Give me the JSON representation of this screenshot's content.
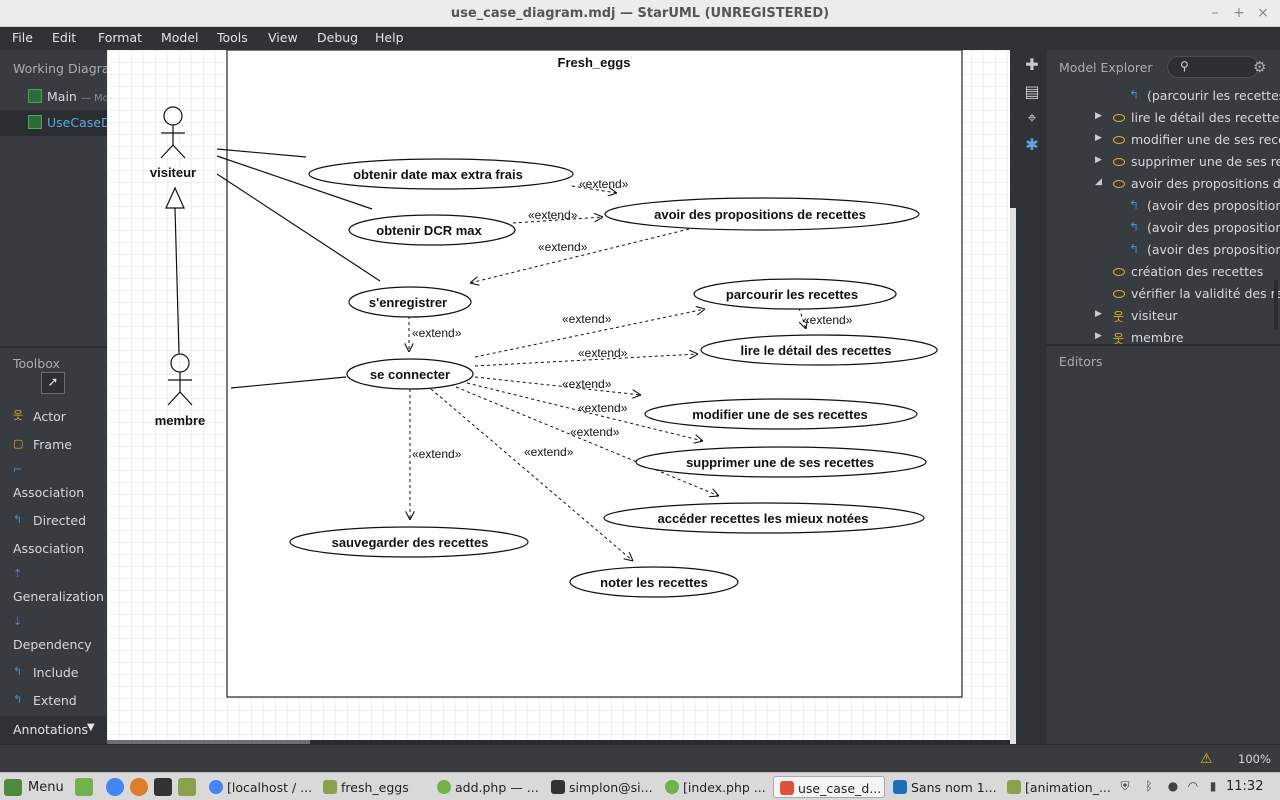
{
  "window": {
    "title": "use_case_diagram.mdj — StarUML (UNREGISTERED)",
    "minimize": "–",
    "maximize": "+",
    "close": "×"
  },
  "menu": [
    "File",
    "Edit",
    "Format",
    "Model",
    "Tools",
    "View",
    "Debug",
    "Help"
  ],
  "working_diagrams": {
    "title": "Working Diagram",
    "items": [
      {
        "label": "Main",
        "suffix": "— Mod"
      },
      {
        "label": "UseCaseDia"
      }
    ]
  },
  "toolbox": {
    "title": "Toolbox",
    "pointer_icon": "cursor-arrow-icon",
    "items": [
      "Actor",
      "Frame",
      "Association",
      "Directed",
      "Association",
      "Generalization",
      "Dependency",
      "Include",
      "Extend"
    ],
    "annotations": "Annotations",
    "annotations_arrow": "▼"
  },
  "diagram": {
    "frame_title": "Fresh_eggs",
    "actors": [
      "visiteur",
      "membre"
    ],
    "use_cases": {
      "uc1": "obtenir date max extra frais",
      "uc2": "obtenir DCR max",
      "uc3": "avoir des propositions de recettes",
      "uc4": "s'enregistrer",
      "uc5": "se connecter",
      "uc6": "parcourir les recettes",
      "uc7": "lire le détail des recettes",
      "uc8": "modifier une de ses recettes",
      "uc9": "supprimer une de ses recettes",
      "uc10": "accéder recettes les mieux notées",
      "uc11": "sauvegarder des recettes",
      "uc12": "noter les recettes"
    },
    "extend_label": "«extend»"
  },
  "model_explorer": {
    "title": "Model Explorer",
    "search_icon": "search-icon",
    "settings_icon": "gear-icon",
    "rows": [
      {
        "text": "(parcourir les recettes->",
        "kind": "extend",
        "depth": 2
      },
      {
        "text": "lire le détail des recettes",
        "kind": "usecase",
        "depth": 1,
        "arrow": "▶"
      },
      {
        "text": "modifier une de ses recettes",
        "kind": "usecase",
        "depth": 1,
        "arrow": "▶"
      },
      {
        "text": "supprimer une de ses recettes",
        "kind": "usecase",
        "depth": 1,
        "arrow": "▶"
      },
      {
        "text": "avoir des propositions de recettes",
        "kind": "usecase",
        "depth": 1,
        "arrow": "◢"
      },
      {
        "text": "(avoir des propositions de recettes",
        "kind": "extend",
        "depth": 2
      },
      {
        "text": "(avoir des propositions de recettes",
        "kind": "extend",
        "depth": 2
      },
      {
        "text": "(avoir des propositions de recettes",
        "kind": "extend",
        "depth": 2
      },
      {
        "text": "création des recettes",
        "kind": "usecase",
        "depth": 1
      },
      {
        "text": "vérifier la validité des recettes",
        "kind": "usecase",
        "depth": 1
      },
      {
        "text": "visiteur",
        "kind": "actor",
        "depth": 1,
        "arrow": "▶"
      },
      {
        "text": "membre",
        "kind": "actor",
        "depth": 1,
        "arrow": "▶"
      }
    ]
  },
  "editors": {
    "title": "Editors"
  },
  "statusbar": {
    "warning_icon": "⚠",
    "zoom": "100%"
  },
  "taskbar": {
    "menu_label": "Menu",
    "windows": [
      {
        "label": "[localhost / ...",
        "color": "#4285f4"
      },
      {
        "label": "fresh_eggs",
        "color": "#8aa04a"
      },
      {
        "label": "add.php — ...",
        "color": "#6fb34a"
      },
      {
        "label": "simplon@si...",
        "color": "#333333"
      },
      {
        "label": "[index.php ...",
        "color": "#6fb34a"
      },
      {
        "label": "use_case_d...",
        "color": "#e0513a",
        "active": true
      },
      {
        "label": "Sans nom 1...",
        "color": "#1d6fb8"
      },
      {
        "label": "[animation_...",
        "color": "#8aa04a"
      }
    ],
    "clock": "11:32"
  }
}
